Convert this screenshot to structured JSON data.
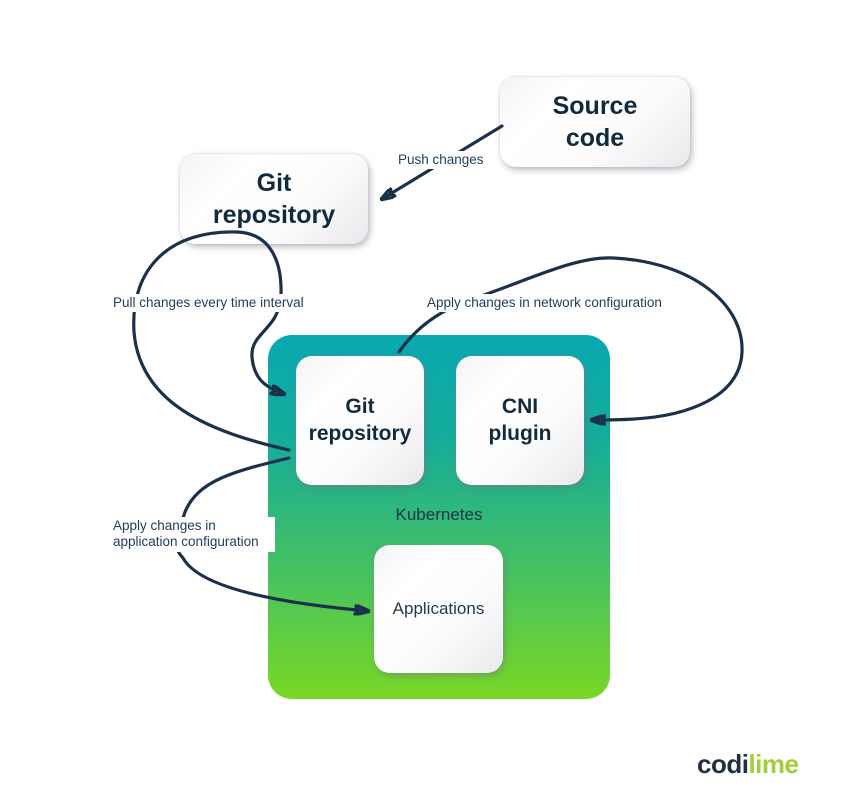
{
  "nodes": {
    "source_code": {
      "line1": "Source",
      "line2": "code"
    },
    "git_repository_external": {
      "line1": "Git",
      "line2": "repository"
    },
    "git_repository_internal": {
      "line1": "Git",
      "line2": "repository"
    },
    "cni_plugin": {
      "line1": "CNI",
      "line2": "plugin"
    },
    "applications": {
      "label": "Applications"
    },
    "kubernetes_container": {
      "label": "Kubernetes"
    }
  },
  "arrows": {
    "push": {
      "label": "Push changes",
      "from": "source_code",
      "to": "git_repository_external"
    },
    "pull": {
      "label": "Pull changes every time interval",
      "from": "git_repository_external",
      "to": "git_repository_internal"
    },
    "network": {
      "label": "Apply changes in network configuration",
      "from": "git_repository_internal",
      "to": "cni_plugin"
    },
    "app_config": {
      "line1": "Apply changes in",
      "line2": "application configuration",
      "from": "git_repository_internal",
      "to": "applications"
    }
  },
  "logo": {
    "part1": "codi",
    "part2": "lime"
  },
  "colors": {
    "line": "#1B3149",
    "title": "#112A3E",
    "label": "#21405E",
    "teal": "#09A8B1",
    "green": "#79D824",
    "logo_dark": "#222F41",
    "logo_lime": "#A2CE39"
  }
}
